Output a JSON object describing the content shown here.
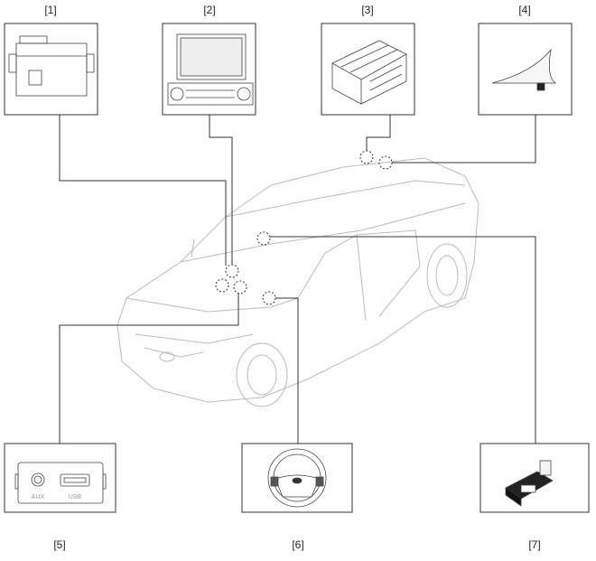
{
  "callouts": [
    {
      "id": "1",
      "label": "[1]"
    },
    {
      "id": "2",
      "label": "[2]"
    },
    {
      "id": "3",
      "label": "[3]"
    },
    {
      "id": "4",
      "label": "[4]"
    },
    {
      "id": "5",
      "label": "[5]"
    },
    {
      "id": "6",
      "label": "[6]"
    },
    {
      "id": "7",
      "label": "[7]"
    }
  ],
  "jack_panel": {
    "aux": "AUX",
    "usb": "USB"
  },
  "colors": {
    "line": "#333333",
    "car": "#bbbbbb"
  }
}
